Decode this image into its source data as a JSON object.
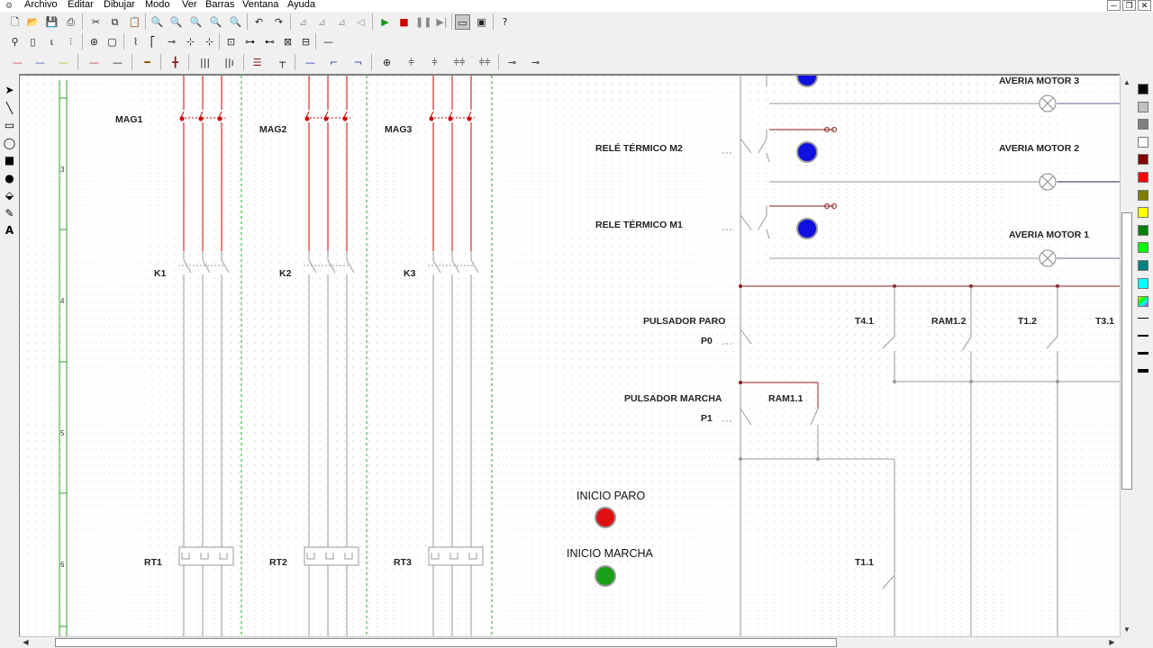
{
  "menu": [
    "Archivo",
    "Editar",
    "Dibujar",
    "Modo",
    "Ver",
    "Barras",
    "Ventana",
    "Ayuda"
  ],
  "window_controls": {
    "minimize": "─",
    "restore": "❐",
    "close": "✕"
  },
  "toolbar1": {
    "new_icon": "🗋",
    "open_icon": "📂",
    "save_icon": "💾",
    "print_icon": "⎙",
    "cut_icon": "✂",
    "copy_icon": "⧉",
    "paste_icon": "📋",
    "zoom_icon": "🔍",
    "undo_icon": "↶",
    "redo_icon": "↷",
    "play_icon": "▶",
    "stop_icon": "■",
    "pause_icon": "❚❚",
    "step_icon": "▶|",
    "help_icon": "?"
  },
  "play_color": "#1a9a1a",
  "stop_color": "#cc0000",
  "canvas": {
    "row_numbers": [
      "3",
      "4",
      "5",
      "6"
    ],
    "power_labels": [
      "MAG1",
      "MAG2",
      "MAG3",
      "K1",
      "K2",
      "K3",
      "RT1",
      "RT2",
      "RT3"
    ],
    "control_labels": {
      "rele_m2": "RELÉ TÉRMICO M2",
      "rele_m1": "RELE TÉRMICO M1",
      "averia3": "AVERIA MOTOR 3",
      "averia2": "AVERIA MOTOR 2",
      "averia1": "AVERIA MOTOR 1",
      "pulsador_paro": "PULSADOR PARO",
      "p0": "P0",
      "t41": "T4.1",
      "ram12": "RAM1.2",
      "t12": "T1.2",
      "t31": "T3.1",
      "pulsador_marcha": "PULSADOR MARCHA",
      "ram11": "RAM1.1",
      "p1": "P1",
      "t11": "T1.1"
    },
    "buttons": {
      "inicio_paro": "INICIO PARO",
      "inicio_marcha": "INICIO MARCHA"
    }
  },
  "colors": {
    "contact_red": "#cc0000",
    "wire_gray": "#9a9a9a",
    "grid_green": "#2aa02a",
    "indicator_blue": "#1010e0",
    "stop_red": "#e01010",
    "start_green": "#18a018",
    "bus_dark_red": "#8b1a1a"
  },
  "palette_colors": [
    "#000000",
    "#c0c0c0",
    "#808080",
    "#ffffff",
    "#800000",
    "#ff0000",
    "#808000",
    "#ffff00",
    "#008000",
    "#00ff00",
    "#008080",
    "#00ffff"
  ]
}
